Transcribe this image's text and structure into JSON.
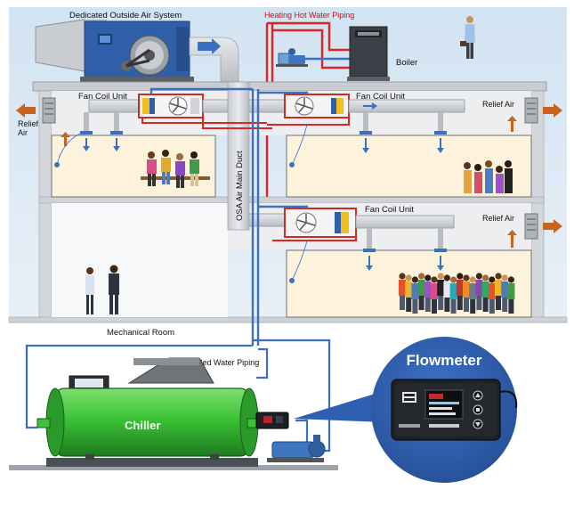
{
  "labels": {
    "doas": "Dedicated Outside Air System",
    "heating_piping": "Heating Hot Water Piping",
    "boiler": "Boiler",
    "fcu_top_left": "Fan Coil Unit",
    "fcu_top_right": "Fan Coil Unit",
    "fcu_middle": "Fan Coil Unit",
    "relief_left_line1": "Relief",
    "relief_left_line2": "Air",
    "relief_top_right": "Relief Air",
    "relief_middle_right": "Relief Air",
    "osa_duct": "OSA Air Main Duct",
    "mechanical_room": "Mechanical Room",
    "chilled_piping": "Chilled Water Piping",
    "chiller": "Chiller",
    "flowmeter": "Flowmeter"
  },
  "colors": {
    "sky": "#dbe8f4",
    "building_wall": "#e4e6e9",
    "room_fill": "#fdf3dc",
    "supply_duct": "#cfd2d6",
    "chilled_pipe": "#3b6fc0",
    "hot_pipe": "#e02424",
    "chiller_body": "#3fc23a",
    "flowmeter_bubble": "#2f5fb0",
    "arrow_blue": "#3b6fc0",
    "arrow_orange": "#c8641e"
  },
  "icons": {
    "fan": "fan-icon",
    "person": "person-icon",
    "pump": "pump-icon",
    "thermostat": "thermostat-icon"
  }
}
